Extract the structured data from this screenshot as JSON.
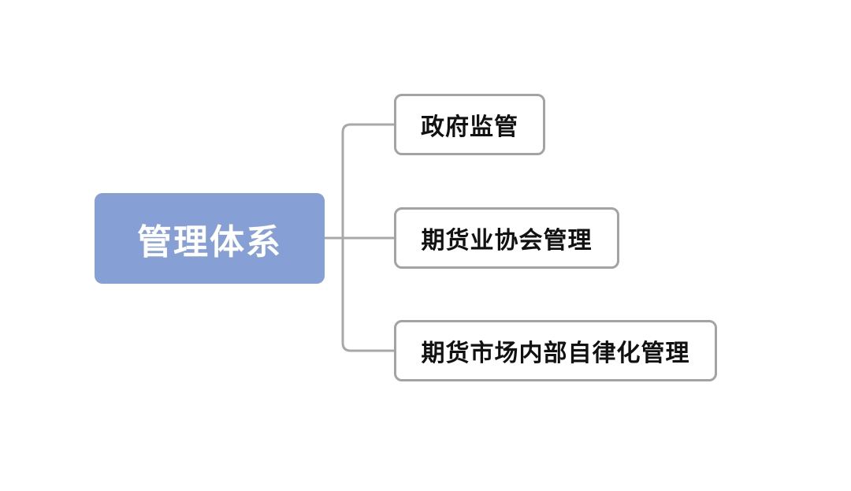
{
  "diagram": {
    "type": "mind-map",
    "root": {
      "label": "管理体系",
      "fill_color": "#869fd5",
      "text_color": "#ffffff"
    },
    "children": [
      {
        "label": "政府监管"
      },
      {
        "label": "期货业协会管理"
      },
      {
        "label": "期货市场内部自律化管理"
      }
    ],
    "child_border_color": "#a3a3a3",
    "connector_color": "#a8a8a8"
  }
}
